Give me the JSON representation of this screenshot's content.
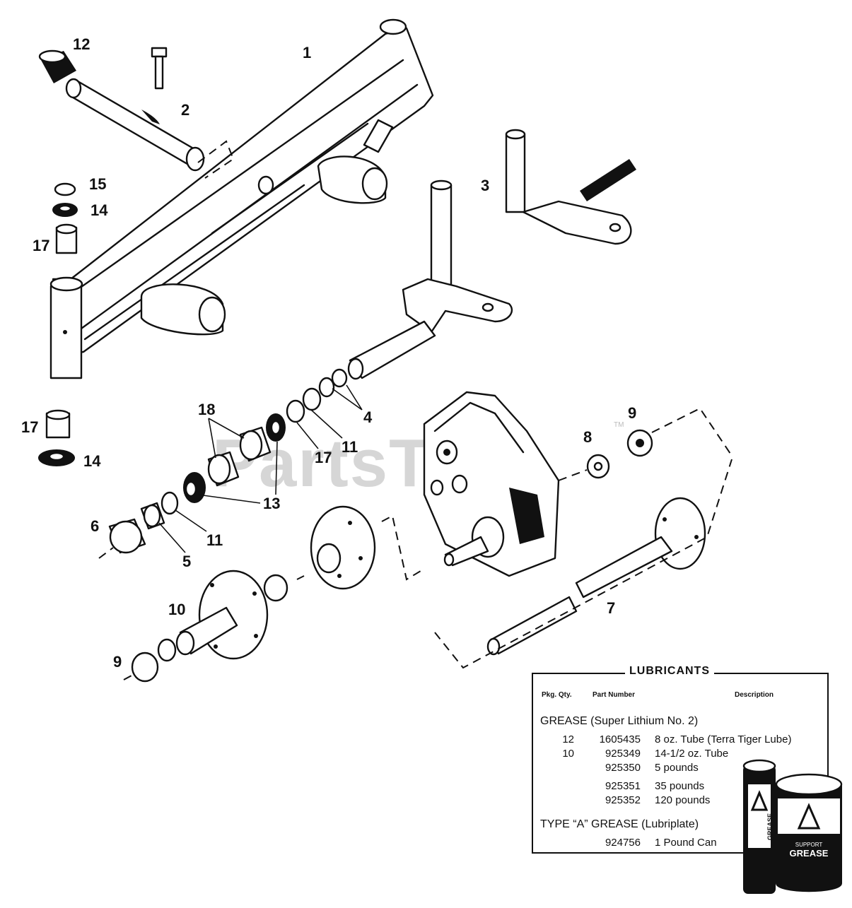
{
  "watermark": "PartsTree",
  "watermark_tm": "TM",
  "callouts": {
    "c1": "1",
    "c2": "2",
    "c3": "3",
    "c4": "4",
    "c5": "5",
    "c6": "6",
    "c7": "7",
    "c8": "8",
    "c9a": "9",
    "c9b": "9",
    "c10": "10",
    "c11a": "11",
    "c11b": "11",
    "c12": "12",
    "c13": "13",
    "c14a": "14",
    "c14b": "14",
    "c15": "15",
    "c17a": "17",
    "c17b": "17",
    "c17c": "17",
    "c18": "18"
  },
  "lubricants": {
    "title": "LUBRICANTS",
    "col_qty": "Pkg. Qty.",
    "col_part": "Part Number",
    "col_desc": "Description",
    "grease_heading": "GREASE (Super Lithium No. 2)",
    "grease_rows": [
      {
        "qty": "12",
        "part": "1605435",
        "desc": "8 oz. Tube (Terra Tiger Lube)"
      },
      {
        "qty": "10",
        "part": "925349",
        "desc": "14-1/2 oz. Tube"
      },
      {
        "qty": "",
        "part": "925350",
        "desc": "5 pounds"
      },
      {
        "qty": "",
        "part": "925351",
        "desc": "35 pounds"
      },
      {
        "qty": "",
        "part": "925352",
        "desc": "120 pounds"
      }
    ],
    "type_a_heading": "TYPE “A” GREASE (Lubriplate)",
    "type_a_rows": [
      {
        "qty": "",
        "part": "924756",
        "desc": "1 Pound Can"
      }
    ],
    "tube_label": "GREASE",
    "can_label": "GREASE",
    "can_sublabel": "SUPPORT"
  }
}
